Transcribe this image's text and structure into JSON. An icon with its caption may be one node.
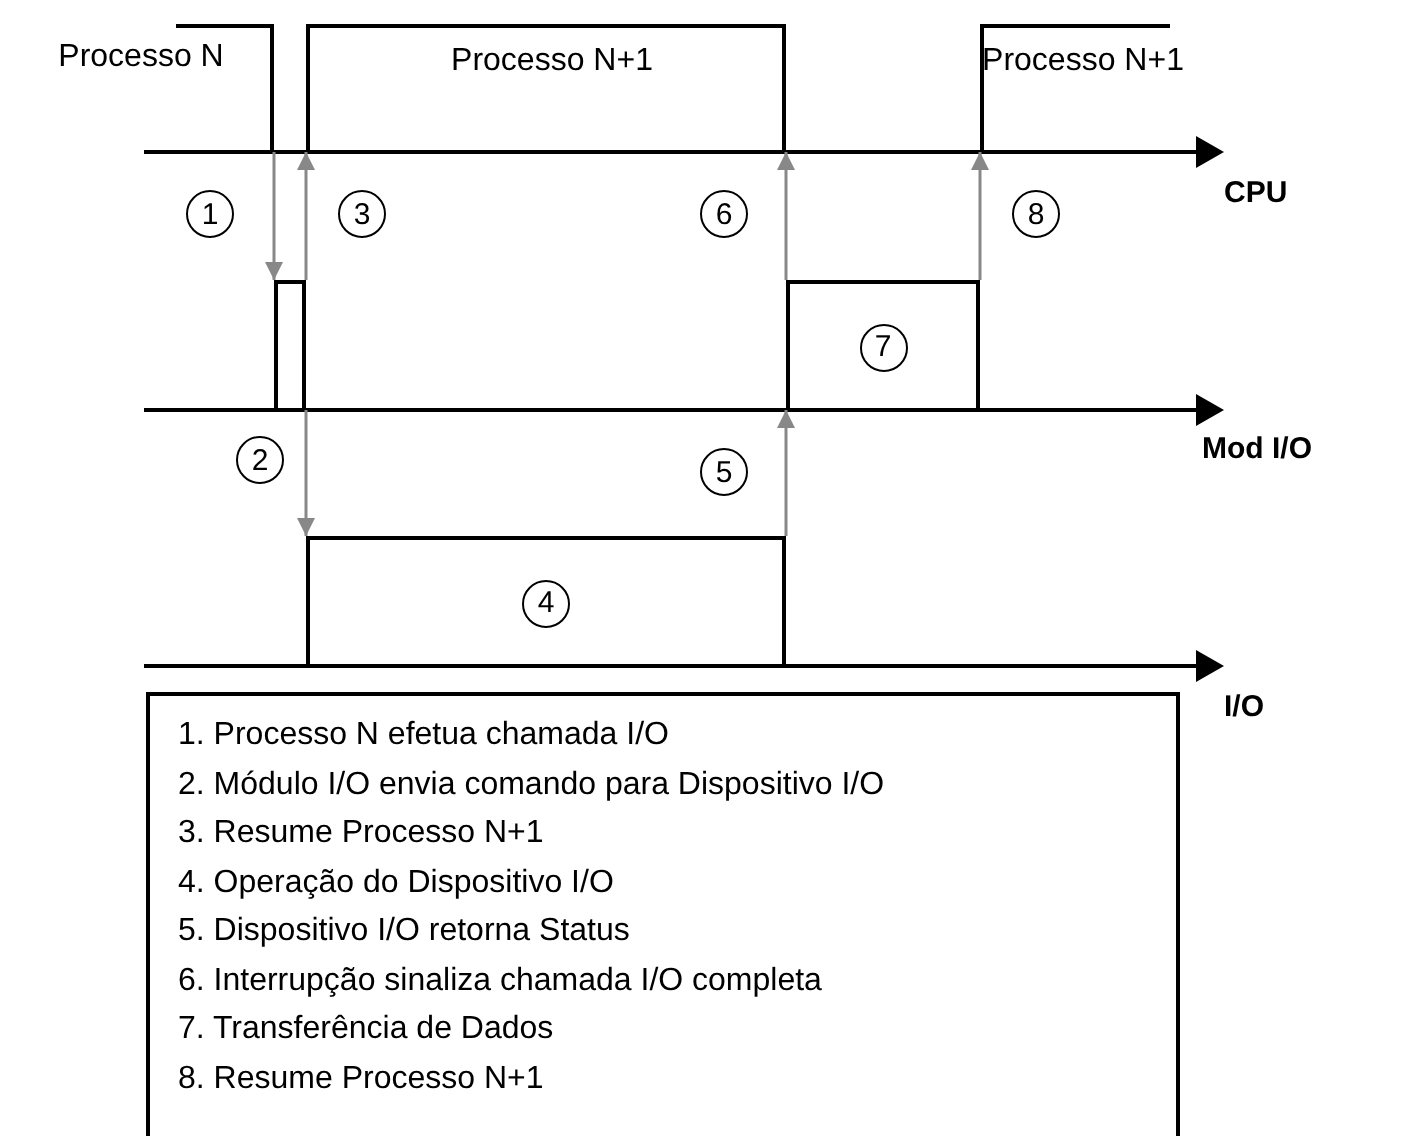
{
  "diagram": {
    "nodes": [
      {
        "text": [
          "Processo N"
        ]
      },
      {
        "text": [
          "Processo N+1"
        ]
      },
      {
        "text": [
          "Processo N+1"
        ]
      },
      {
        "text": [],
        "shape": "box"
      },
      {
        "text": [
          "4"
        ]
      },
      {
        "text": [
          "7"
        ]
      },
      {
        "text": [
          "1. Processo N efetua chamada I/O",
          "2. Módulo I/O envia comando para Dispositivo I/O",
          "3. Resume Processo N+1",
          "4. Operação do Dispositivo I/O",
          "5. Dispositivo I/O retorna Status",
          "6. Interrupção sinaliza chamada I/O completa",
          "7. Transferência de Dados",
          "8. Resume Processo N+1"
        ]
      }
    ],
    "edges": [
      {
        "from": 0,
        "to": 3,
        "arrow": "to"
      },
      {
        "from": 3,
        "to": 4,
        "arrow": "to"
      },
      {
        "from": 3,
        "to": 1,
        "arrow": "to"
      },
      {
        "from": 4,
        "to": 5,
        "arrow": "to"
      },
      {
        "from": 5,
        "to": 1,
        "arrow": "to"
      },
      {
        "from": 5,
        "to": 2,
        "arrow": "to"
      }
    ],
    "labels": [
      "1",
      "3",
      "6",
      "8",
      "CPU",
      "2",
      "5",
      "Mod I/O",
      "I/O"
    ]
  }
}
